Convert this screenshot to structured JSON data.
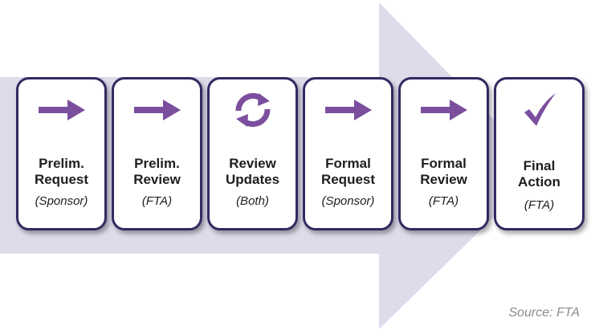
{
  "steps": [
    {
      "title": "Prelim.\nRequest",
      "role": "(Sponsor)",
      "icon": "right-arrow-icon"
    },
    {
      "title": "Prelim.\nReview",
      "role": "(FTA)",
      "icon": "right-arrow-icon"
    },
    {
      "title": "Review\nUpdates",
      "role": "(Both)",
      "icon": "cycle-icon"
    },
    {
      "title": "Formal\nRequest",
      "role": "(Sponsor)",
      "icon": "right-arrow-icon"
    },
    {
      "title": "Formal\nReview",
      "role": "(FTA)",
      "icon": "right-arrow-icon"
    },
    {
      "title": "Final\nAction",
      "role": "(FTA)",
      "icon": "checkmark-icon"
    }
  ],
  "source": "Source: FTA",
  "colors": {
    "accent": "#7b4f9e",
    "border": "#322a61",
    "background_arrow": "#dedbeb"
  }
}
